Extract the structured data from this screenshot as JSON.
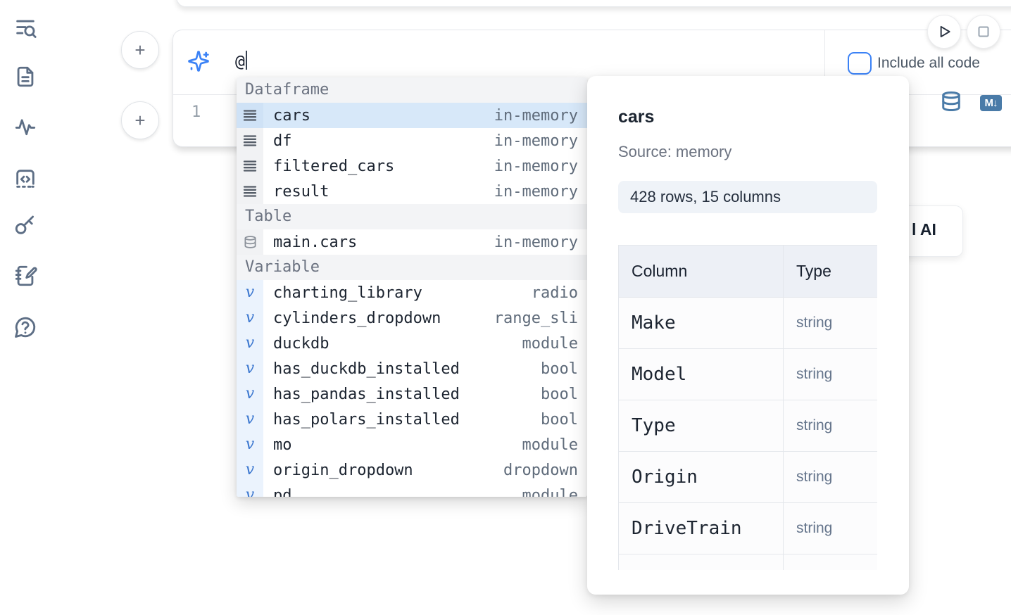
{
  "sidebar": {
    "icons": [
      "list-search",
      "file-text",
      "activity",
      "code-snippets",
      "key",
      "notebook-pen",
      "help-chat"
    ]
  },
  "previous_cell": {},
  "prompt": {
    "query": "@",
    "include_all_code_label": "Include all code"
  },
  "editor": {
    "line_number": "1"
  },
  "toolbar": {
    "markdown_badge": "M↓"
  },
  "autocomplete": {
    "sections": [
      {
        "label": "Dataframe",
        "items": [
          {
            "name": "cars",
            "type": "in-memory",
            "kind": "dataframe",
            "selected": true
          },
          {
            "name": "df",
            "type": "in-memory",
            "kind": "dataframe"
          },
          {
            "name": "filtered_cars",
            "type": "in-memory",
            "kind": "dataframe"
          },
          {
            "name": "result",
            "type": "in-memory",
            "kind": "dataframe"
          }
        ]
      },
      {
        "label": "Table",
        "items": [
          {
            "name": "main.cars",
            "type": "in-memory",
            "kind": "table"
          }
        ]
      },
      {
        "label": "Variable",
        "items": [
          {
            "name": "charting_library",
            "type": "radio",
            "kind": "variable"
          },
          {
            "name": "cylinders_dropdown",
            "type": "range_sli",
            "kind": "variable"
          },
          {
            "name": "duckdb",
            "type": "module",
            "kind": "variable"
          },
          {
            "name": "has_duckdb_installed",
            "type": "bool",
            "kind": "variable"
          },
          {
            "name": "has_pandas_installed",
            "type": "bool",
            "kind": "variable"
          },
          {
            "name": "has_polars_installed",
            "type": "bool",
            "kind": "variable"
          },
          {
            "name": "mo",
            "type": "module",
            "kind": "variable"
          },
          {
            "name": "origin_dropdown",
            "type": "dropdown",
            "kind": "variable"
          },
          {
            "name": "pd",
            "type": "module",
            "kind": "variable"
          }
        ]
      }
    ]
  },
  "preview": {
    "title": "cars",
    "source": "Source: memory",
    "shape": "428 rows, 15 columns",
    "table": {
      "headers": [
        "Column",
        "Type"
      ],
      "rows": [
        {
          "column": "Make",
          "type": "string"
        },
        {
          "column": "Model",
          "type": "string"
        },
        {
          "column": "Type",
          "type": "string"
        },
        {
          "column": "Origin",
          "type": "string"
        },
        {
          "column": "DriveTrain",
          "type": "string"
        }
      ]
    }
  },
  "fragments": {
    "ai_button_visible_text": "l AI"
  },
  "colors": {
    "accent_blue": "#3b82f6",
    "steel_blue_icon": "#4a7ba8",
    "selected_row": "#d7e8f9",
    "section_header_bg": "#f3f4f6",
    "variable_gutter": "#ebf3fd"
  }
}
